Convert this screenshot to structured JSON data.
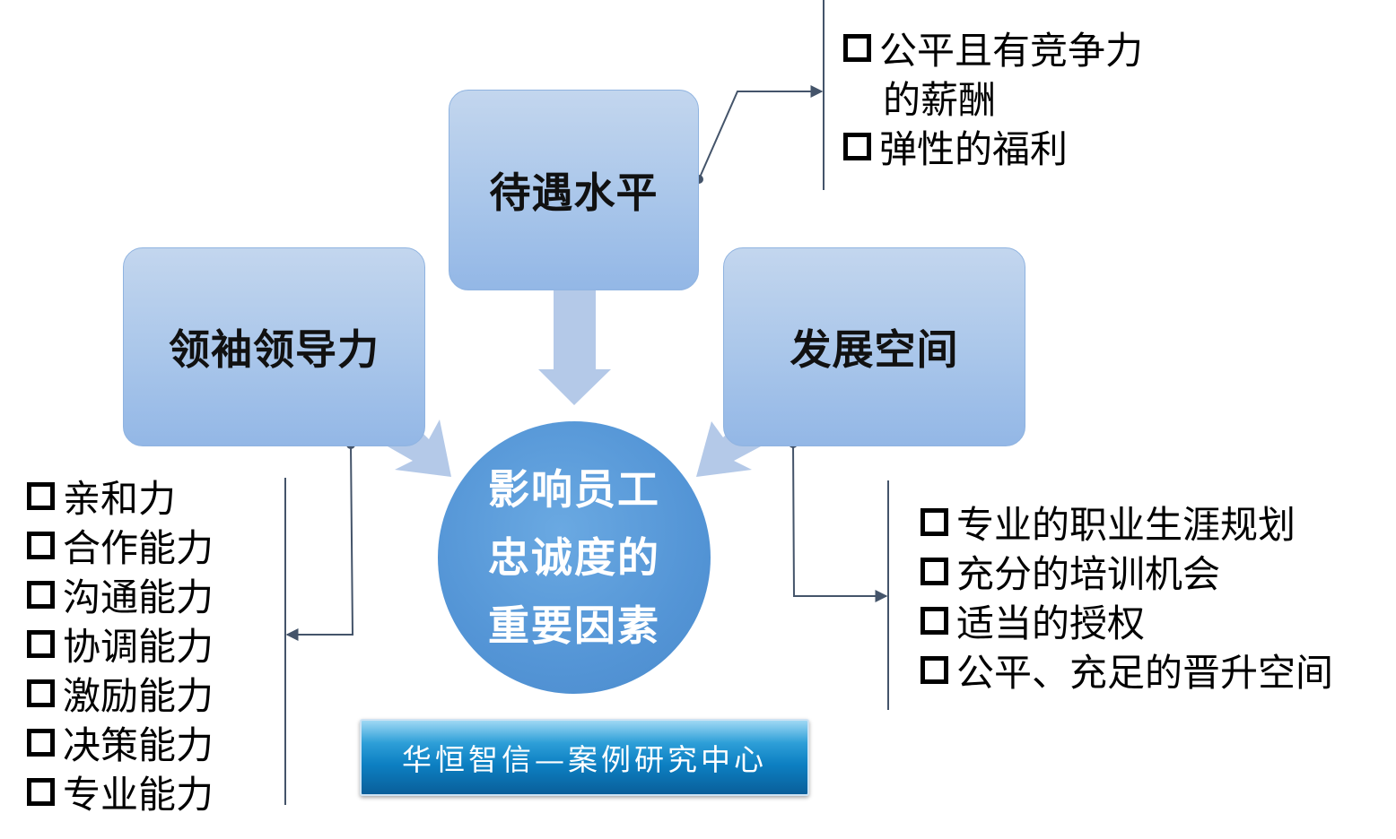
{
  "center": {
    "lines": [
      "影响员工",
      "忠诚度的",
      "重要因素"
    ]
  },
  "boxes": {
    "pay": "待遇水平",
    "lead": "领袖领导力",
    "dev": "发展空间"
  },
  "lists": {
    "pay": [
      "公平且有竞争力",
      "的薪酬",
      "弹性的福利"
    ],
    "lead": [
      "亲和力",
      "合作能力",
      "沟通能力",
      "协调能力",
      "激励能力",
      "决策能力",
      "专业能力"
    ],
    "dev": [
      "专业的职业生涯规划",
      "充分的培训机会",
      "适当的授权",
      "公平、充足的晋升空间"
    ]
  },
  "banner": "华恒智信—案例研究中心",
  "colors": {
    "box_fill": "#a9c6ea",
    "circle_fill": "#5495d6",
    "arrow_fill": "#b4c9e8",
    "connector": "#44546a",
    "banner_fill": "#0c7fc2"
  }
}
